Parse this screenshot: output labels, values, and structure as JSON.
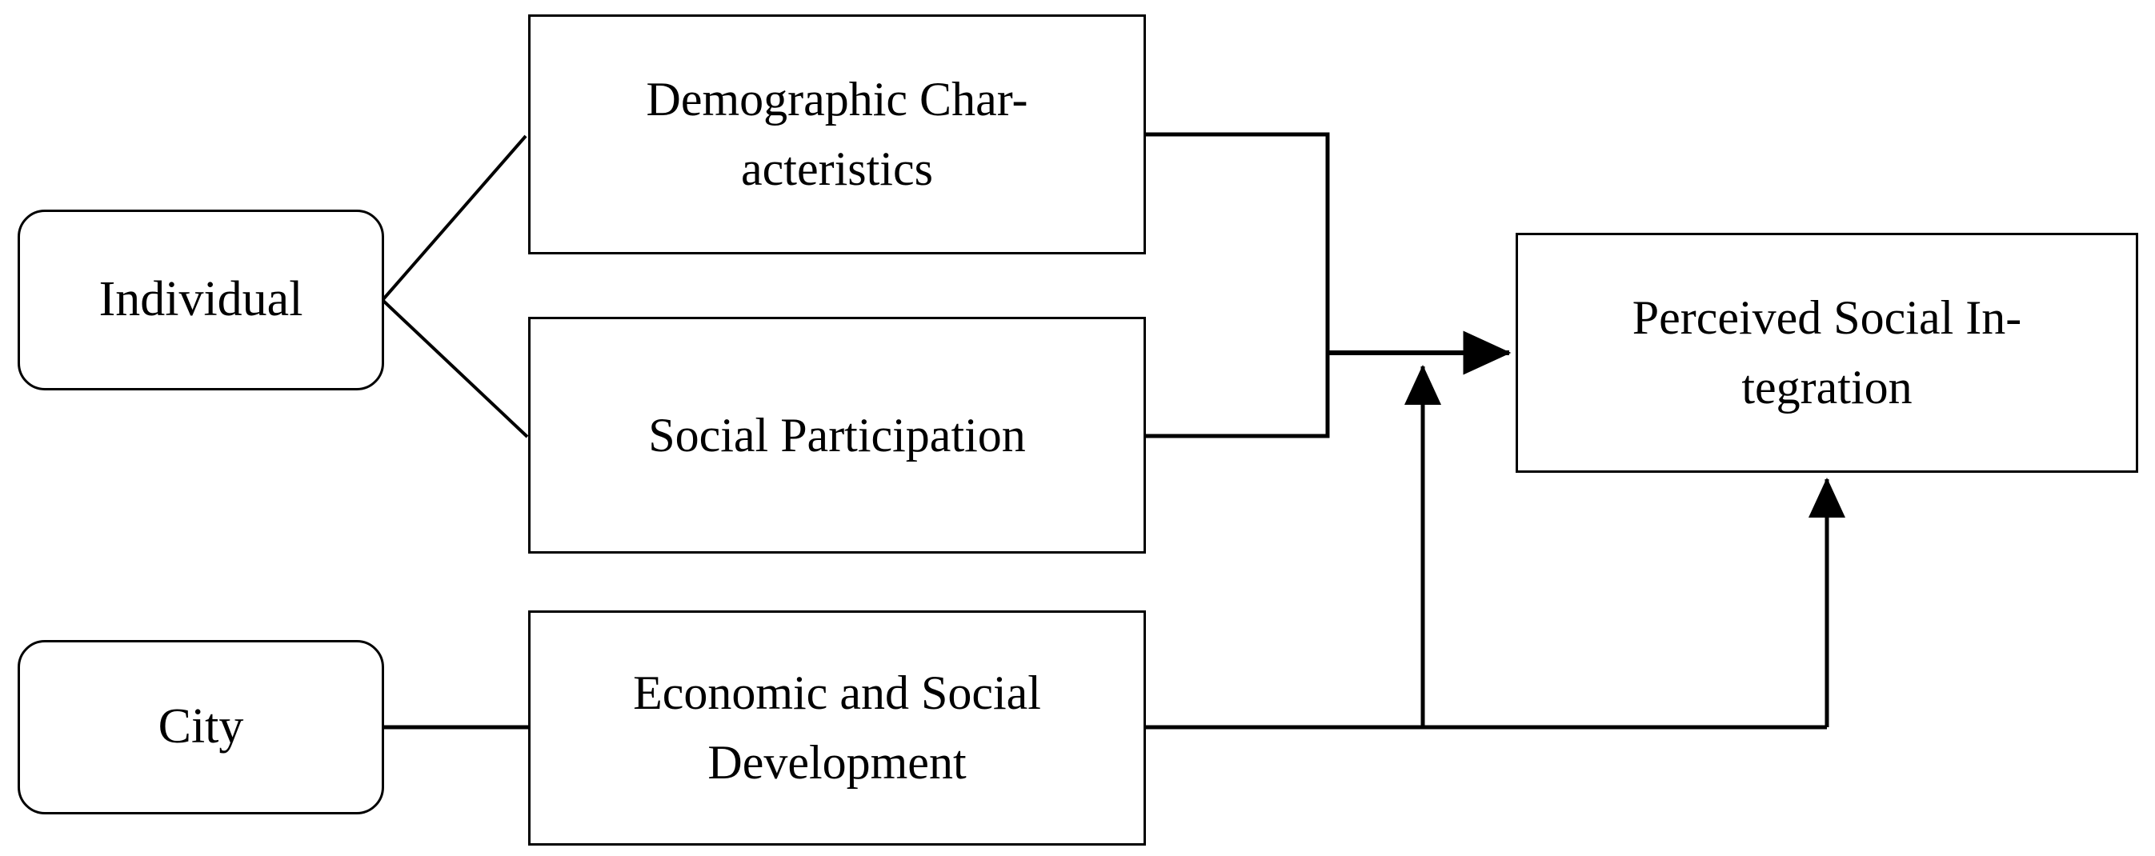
{
  "diagram": {
    "type": "conceptual-framework-flowchart",
    "title": "",
    "background_color": "#ffffff",
    "line_color": "#000000",
    "nodes": [
      {
        "id": "individual",
        "label": "Individual",
        "shape": "rounded-rectangle",
        "level": "source"
      },
      {
        "id": "city",
        "label": "City",
        "shape": "rounded-rectangle",
        "level": "source"
      },
      {
        "id": "demographic",
        "label": "Demographic Char-\nacteristics",
        "shape": "rectangle",
        "level": "mediator"
      },
      {
        "id": "social_participation",
        "label": "Social Participation",
        "shape": "rectangle",
        "level": "mediator"
      },
      {
        "id": "economic",
        "label": "Economic and Social\nDevelopment",
        "shape": "rectangle",
        "level": "mediator"
      },
      {
        "id": "perceived",
        "label": "Perceived Social In-\ntegration",
        "shape": "rectangle",
        "level": "outcome"
      }
    ],
    "edges": [
      {
        "id": "individual-to-demographic",
        "from": "individual",
        "to": "demographic",
        "style": "diagonal-line",
        "arrowhead": "none"
      },
      {
        "id": "individual-to-social-participation",
        "from": "individual",
        "to": "social_participation",
        "style": "diagonal-line",
        "arrowhead": "none"
      },
      {
        "id": "city-to-economic",
        "from": "city",
        "to": "economic",
        "style": "straight-line",
        "arrowhead": "none"
      },
      {
        "id": "demographic-and-participation-to-perceived",
        "from": "demographic + social_participation",
        "to": "perceived",
        "style": "bracket-elbow",
        "arrowhead": "right"
      },
      {
        "id": "economic-to-perceived-left",
        "from": "economic",
        "to": "perceived",
        "style": "elbow-up",
        "arrowhead": "up"
      },
      {
        "id": "economic-to-perceived-bottom",
        "from": "economic",
        "to": "perceived",
        "style": "elbow-up",
        "arrowhead": "up"
      }
    ]
  }
}
